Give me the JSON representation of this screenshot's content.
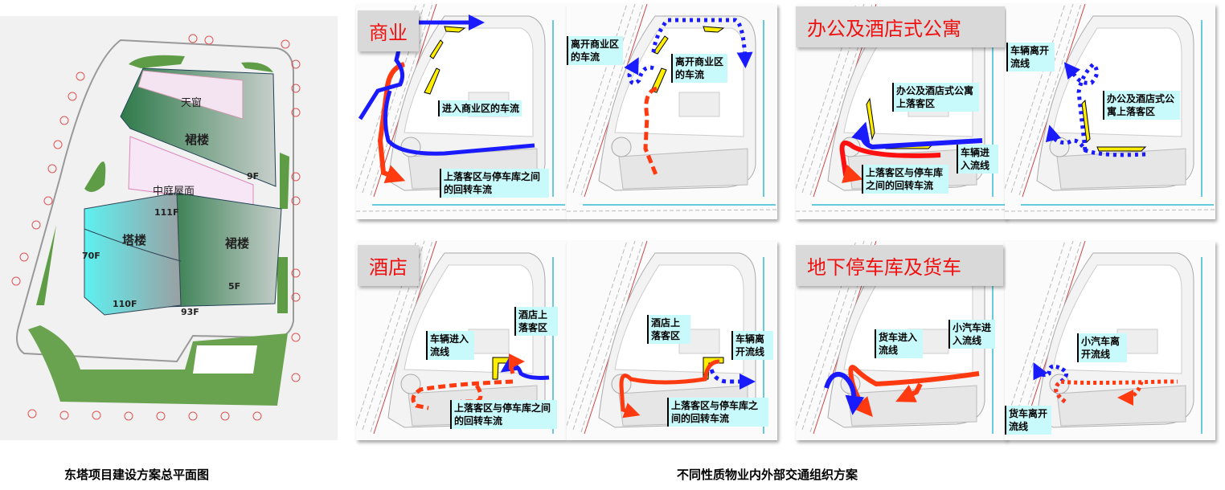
{
  "site_plan": {
    "labels": {
      "skylight": "天窗",
      "podium_north": "裙楼",
      "floor_9": "9F",
      "atrium_roof": "中庭屋面",
      "floor_111": "111F",
      "tower": "塔楼",
      "podium_south": "裙楼",
      "floor_70": "70F",
      "floor_5": "5F",
      "floor_110": "110F",
      "floor_93": "93F"
    },
    "caption": "东塔项目建设方案总平面图"
  },
  "traffic": {
    "caption": "不同性质物业内外部交通组织方案",
    "panels": [
      {
        "title": "商业",
        "labels": [
          "进入商业区的车流",
          "上落客区与停车库之间的回转车流"
        ]
      },
      {
        "labels": [
          "离开商业区的车流",
          "离开商业区的车流"
        ]
      },
      {
        "title": "办公及酒店式公寓",
        "labels": [
          "办公及酒店式公寓上落客区",
          "车辆进入流线",
          "上落客区与停车库之间的回转车流"
        ]
      },
      {
        "labels": [
          "车辆离开流线",
          "办公及酒店式公寓上落客区"
        ]
      },
      {
        "title": "酒店",
        "labels": [
          "车辆进入流线",
          "酒店上落客区",
          "上落客区与停车库之间的回转车流"
        ]
      },
      {
        "labels": [
          "酒店上落客区",
          "车辆离开流线",
          "上落客区与停车库之间的回转车流"
        ]
      },
      {
        "title": "地下停车库及货车",
        "labels": [
          "货车进入流线",
          "小汽车进入流线"
        ]
      },
      {
        "labels": [
          "小汽车离开流线",
          "货车离开流线"
        ]
      }
    ]
  },
  "colors": {
    "title_red": "#f01010",
    "label_bg": "#c8fafc",
    "flow_blue": "#1a1aff",
    "flow_red": "#ff3a10",
    "dropoff_yellow": "#ffee00"
  }
}
